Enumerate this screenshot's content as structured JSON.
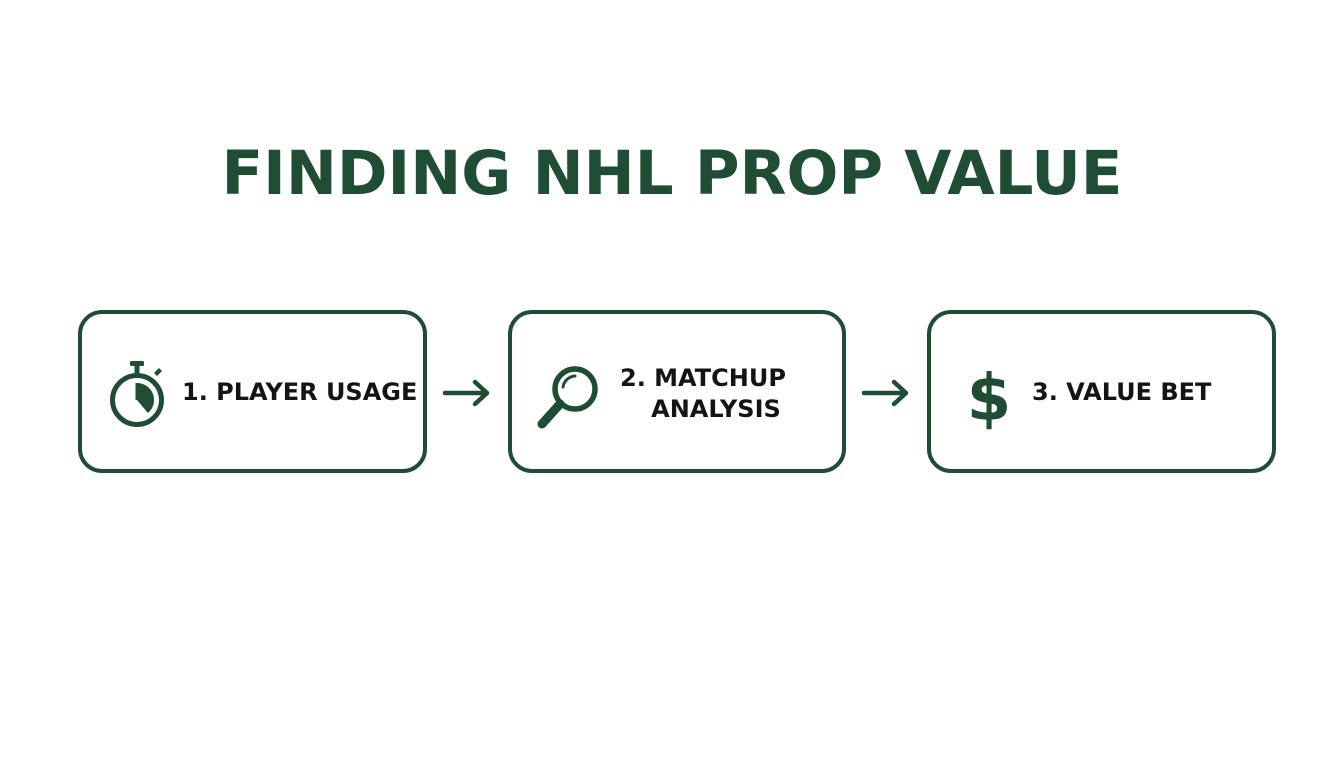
{
  "title": "FINDING NHL PROP VALUE",
  "colors": {
    "accent": "#1f4d33",
    "text": "#141414",
    "background": "#ffffff"
  },
  "steps": [
    {
      "label": "1. PLAYER USAGE",
      "icon": "stopwatch-icon"
    },
    {
      "label_line1": "2. MATCHUP",
      "label_line2": "ANALYSIS",
      "icon": "magnifying-glass-icon"
    },
    {
      "label": "3. VALUE BET",
      "icon": "dollar-sign-icon"
    }
  ],
  "connectors": [
    "arrow-right-icon",
    "arrow-right-icon"
  ]
}
